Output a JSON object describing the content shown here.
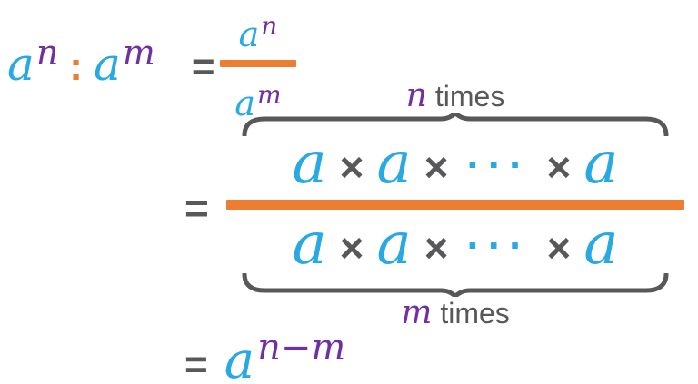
{
  "colors": {
    "base_blue": "#29A9E2",
    "exponent_purple": "#7030A0",
    "accent_orange": "#ED7D31",
    "symbol_gray": "#58585A"
  },
  "equation": {
    "lhs": {
      "base1": "a",
      "sup1": "n",
      "operator": ":",
      "base2": "a",
      "sup2": "m",
      "equals": "="
    },
    "small_fraction": {
      "num_base": "a",
      "num_sup": "n",
      "den_base": "a",
      "den_sup": "m"
    },
    "expanded": {
      "equals": "=",
      "numerator": {
        "terms": [
          "a",
          "×",
          "a",
          "×",
          "···",
          "×",
          "a"
        ],
        "count_var": "n",
        "count_text": "times"
      },
      "denominator": {
        "terms": [
          "a",
          "×",
          "a",
          "×",
          "···",
          "×",
          "a"
        ],
        "count_var": "m",
        "count_text": "times"
      }
    },
    "result": {
      "equals": "=",
      "base": "a",
      "sup": "n−m"
    }
  }
}
